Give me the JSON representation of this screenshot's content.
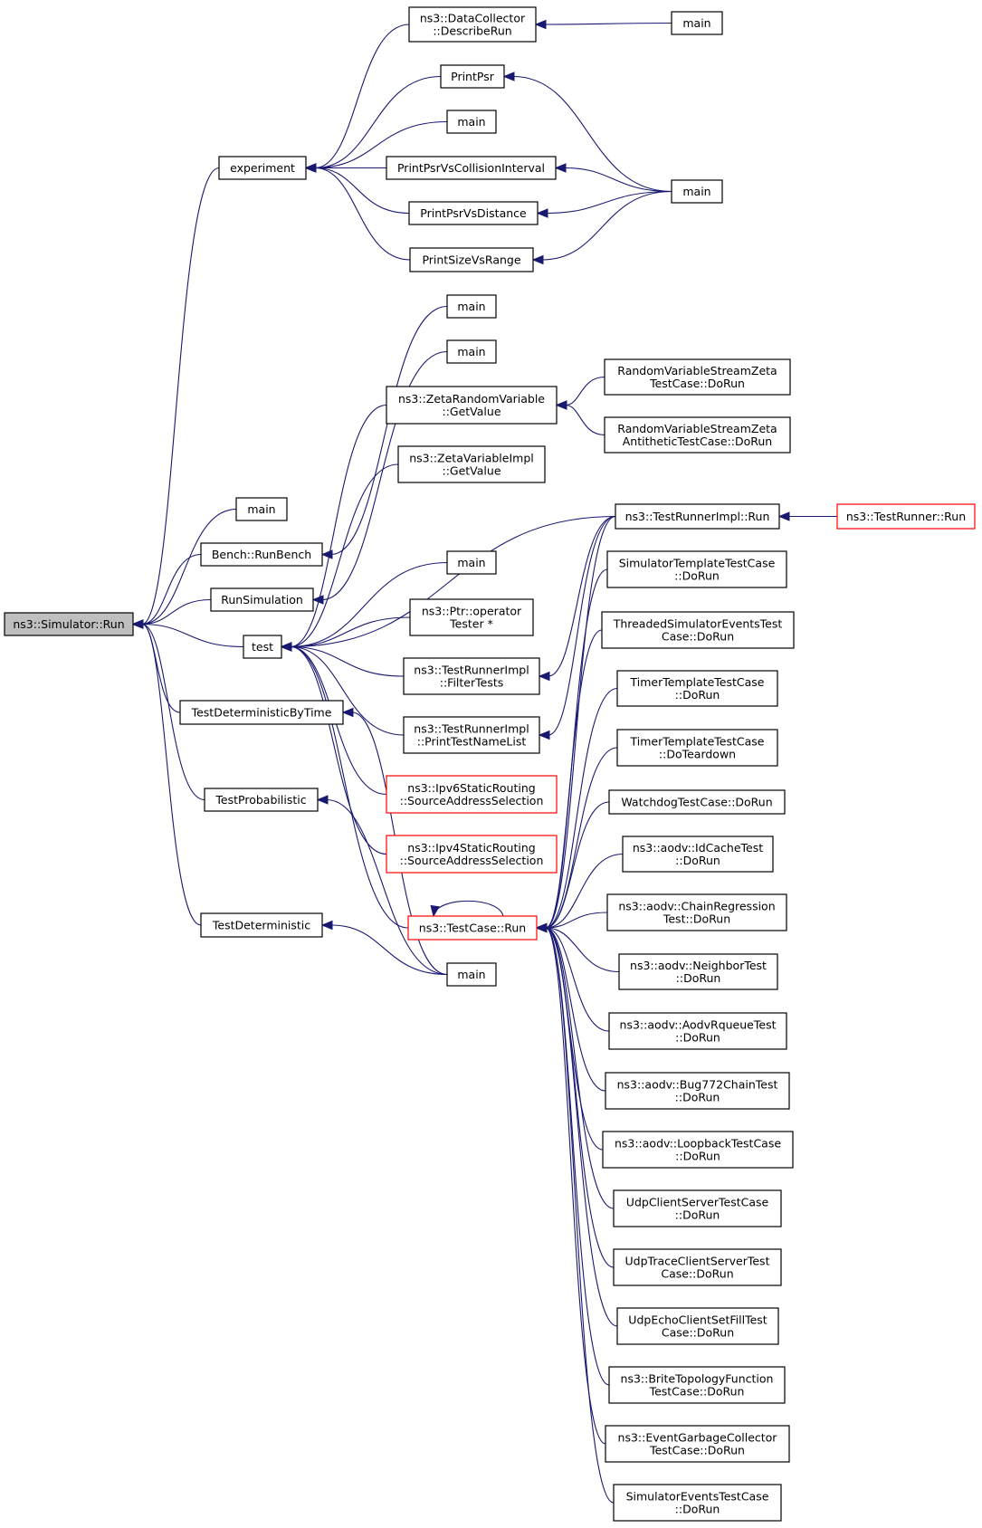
{
  "graph": {
    "title": "",
    "nodes": {
      "root": {
        "lines": [
          "ns3::Simulator::Run"
        ],
        "style": "root"
      },
      "experiment": {
        "lines": [
          "experiment"
        ]
      },
      "dc_describe": {
        "lines": [
          "ns3::DataCollector",
          "::DescribeRun"
        ]
      },
      "main_a": {
        "lines": [
          "main"
        ]
      },
      "printpsr": {
        "lines": [
          "PrintPsr"
        ]
      },
      "main_b": {
        "lines": [
          "main"
        ]
      },
      "ppcoll": {
        "lines": [
          "PrintPsrVsCollisionInterval"
        ]
      },
      "main_c": {
        "lines": [
          "main"
        ]
      },
      "ppdist": {
        "lines": [
          "PrintPsrVsDistance"
        ]
      },
      "psize": {
        "lines": [
          "PrintSizeVsRange"
        ]
      },
      "main_d": {
        "lines": [
          "main"
        ]
      },
      "main_e": {
        "lines": [
          "main"
        ]
      },
      "zrv": {
        "lines": [
          "ns3::ZetaRandomVariable",
          "::GetValue"
        ]
      },
      "rvszeta": {
        "lines": [
          "RandomVariableStreamZeta",
          "TestCase::DoRun"
        ]
      },
      "rvszeta_anti": {
        "lines": [
          "RandomVariableStreamZeta",
          "AntitheticTestCase::DoRun"
        ]
      },
      "zvi": {
        "lines": [
          "ns3::ZetaVariableImpl",
          "::GetValue"
        ]
      },
      "main_f": {
        "lines": [
          "main"
        ]
      },
      "bench": {
        "lines": [
          "Bench::RunBench"
        ]
      },
      "runsim": {
        "lines": [
          "RunSimulation"
        ]
      },
      "trimpl_run": {
        "lines": [
          "ns3::TestRunnerImpl::Run"
        ]
      },
      "trunner_run": {
        "lines": [
          "ns3::TestRunner::Run"
        ],
        "style": "red"
      },
      "main_g": {
        "lines": [
          "main"
        ]
      },
      "simtemplate": {
        "lines": [
          "SimulatorTemplateTestCase",
          "::DoRun"
        ]
      },
      "ptr_op": {
        "lines": [
          "ns3::Ptr::operator",
          "Tester *"
        ]
      },
      "test": {
        "lines": [
          "test"
        ]
      },
      "threaded": {
        "lines": [
          "ThreadedSimulatorEventsTest",
          "Case::DoRun"
        ]
      },
      "filtertests": {
        "lines": [
          "ns3::TestRunnerImpl",
          "::FilterTests"
        ]
      },
      "timer_run": {
        "lines": [
          "TimerTemplateTestCase",
          "::DoRun"
        ]
      },
      "tdbytime": {
        "lines": [
          "TestDeterministicByTime"
        ]
      },
      "printnames": {
        "lines": [
          "ns3::TestRunnerImpl",
          "::PrintTestNameList"
        ]
      },
      "timer_td": {
        "lines": [
          "TimerTemplateTestCase",
          "::DoTeardown"
        ]
      },
      "ipv6": {
        "lines": [
          "ns3::Ipv6StaticRouting",
          "::SourceAddressSelection"
        ],
        "style": "red"
      },
      "tprob": {
        "lines": [
          "TestProbabilistic"
        ]
      },
      "watchdog": {
        "lines": [
          "WatchdogTestCase::DoRun"
        ]
      },
      "ipv4": {
        "lines": [
          "ns3::Ipv4StaticRouting",
          "::SourceAddressSelection"
        ],
        "style": "red"
      },
      "idcache": {
        "lines": [
          "ns3::aodv::IdCacheTest",
          "::DoRun"
        ]
      },
      "tdet": {
        "lines": [
          "TestDeterministic"
        ]
      },
      "tc_run": {
        "lines": [
          "ns3::TestCase::Run"
        ],
        "style": "red"
      },
      "chainreg": {
        "lines": [
          "ns3::aodv::ChainRegression",
          "Test::DoRun"
        ]
      },
      "main_h": {
        "lines": [
          "main"
        ]
      },
      "neighbor": {
        "lines": [
          "ns3::aodv::NeighborTest",
          "::DoRun"
        ]
      },
      "rqueue": {
        "lines": [
          "ns3::aodv::AodvRqueueTest",
          "::DoRun"
        ]
      },
      "bug772": {
        "lines": [
          "ns3::aodv::Bug772ChainTest",
          "::DoRun"
        ]
      },
      "loopback": {
        "lines": [
          "ns3::aodv::LoopbackTestCase",
          "::DoRun"
        ]
      },
      "udpcs": {
        "lines": [
          "UdpClientServerTestCase",
          "::DoRun"
        ]
      },
      "udptrace": {
        "lines": [
          "UdpTraceClientServerTest",
          "Case::DoRun"
        ]
      },
      "udpecho": {
        "lines": [
          "UdpEchoClientSetFillTest",
          "Case::DoRun"
        ]
      },
      "brite": {
        "lines": [
          "ns3::BriteTopologyFunction",
          "TestCase::DoRun"
        ]
      },
      "egc": {
        "lines": [
          "ns3::EventGarbageCollector",
          "TestCase::DoRun"
        ]
      },
      "simevents": {
        "lines": [
          "SimulatorEventsTestCase",
          "::DoRun"
        ]
      }
    }
  }
}
